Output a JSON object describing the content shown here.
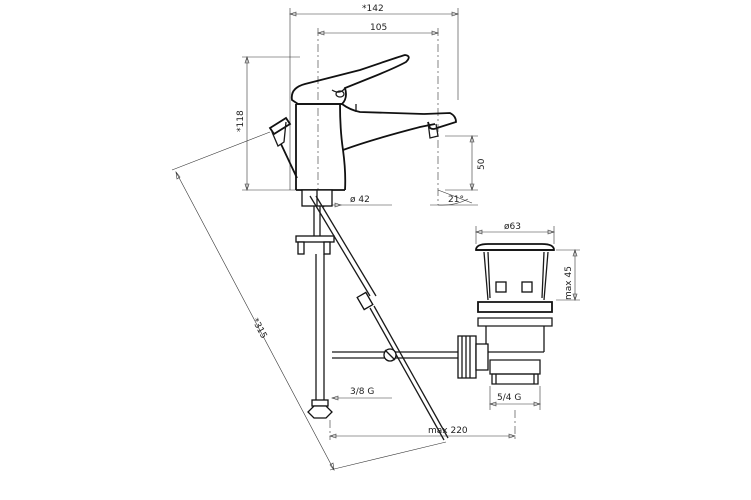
{
  "drawing": {
    "dimensions": {
      "width_total": "*142",
      "spout_reach": "105",
      "height_total": "*118",
      "spout_height": "50",
      "angle": "21°",
      "body_diameter": "ø 42",
      "rod_length": "*315",
      "thread_hose": "3/8 G",
      "max_distance": "max 220",
      "waste_diameter": "ø63",
      "waste_max_height": "max 45",
      "waste_thread": "5/4 G"
    },
    "colors": {
      "line": "#111111",
      "background": "#ffffff"
    }
  }
}
